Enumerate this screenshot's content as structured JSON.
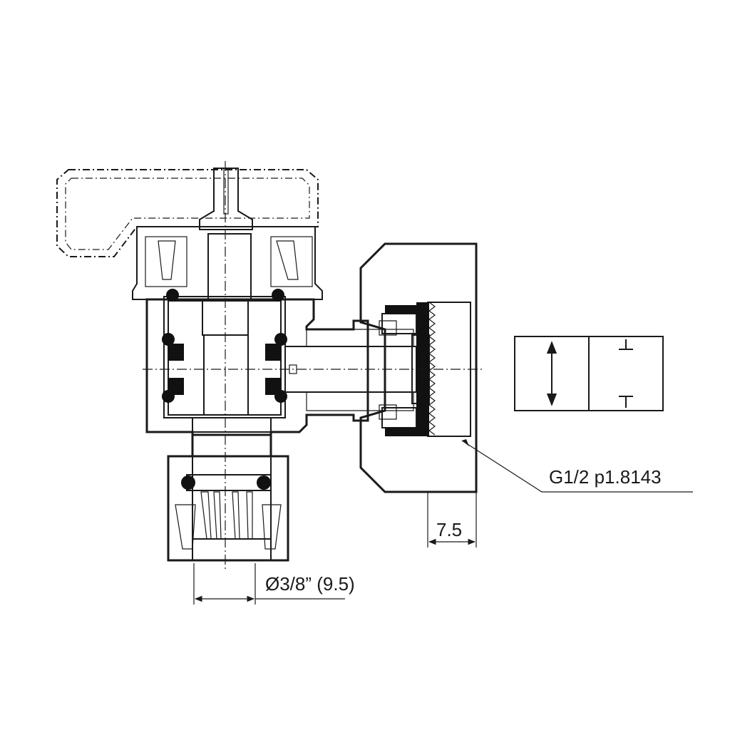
{
  "drawing": {
    "thread_callout": "G1/2 p1.8143",
    "dim_thread_depth": "7.5",
    "dim_pipe_diameter": "Ø3/8” (9.5)"
  },
  "colors": {
    "line": "#1a1a1a",
    "seal": "#111111",
    "background": "#ffffff"
  }
}
